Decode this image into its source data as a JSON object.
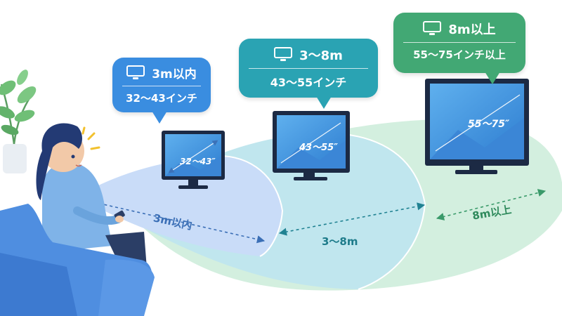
{
  "bubbles": [
    {
      "distance": "3m以内",
      "size": "32〜43インチ",
      "color": "#3a8de0"
    },
    {
      "distance": "3〜8m",
      "size": "43〜55インチ",
      "color": "#2aa3b3"
    },
    {
      "distance": "8m以上",
      "size": "55〜75インチ以上",
      "color": "#42a874"
    }
  ],
  "tv_screens": [
    "32〜43″",
    "43〜55″",
    "55〜75″"
  ],
  "zone_labels": [
    "3m以内",
    "3〜8m",
    "8m以上"
  ],
  "icons": {
    "bubble_icon": "tv-icon",
    "exclaim": "exclamation-marks"
  },
  "colors": {
    "zone1": "#c7dcf8",
    "zone2": "#bfe7ec",
    "zone3": "#cfeedd",
    "sofa": "#4f8ee0",
    "hair": "#233a74"
  }
}
